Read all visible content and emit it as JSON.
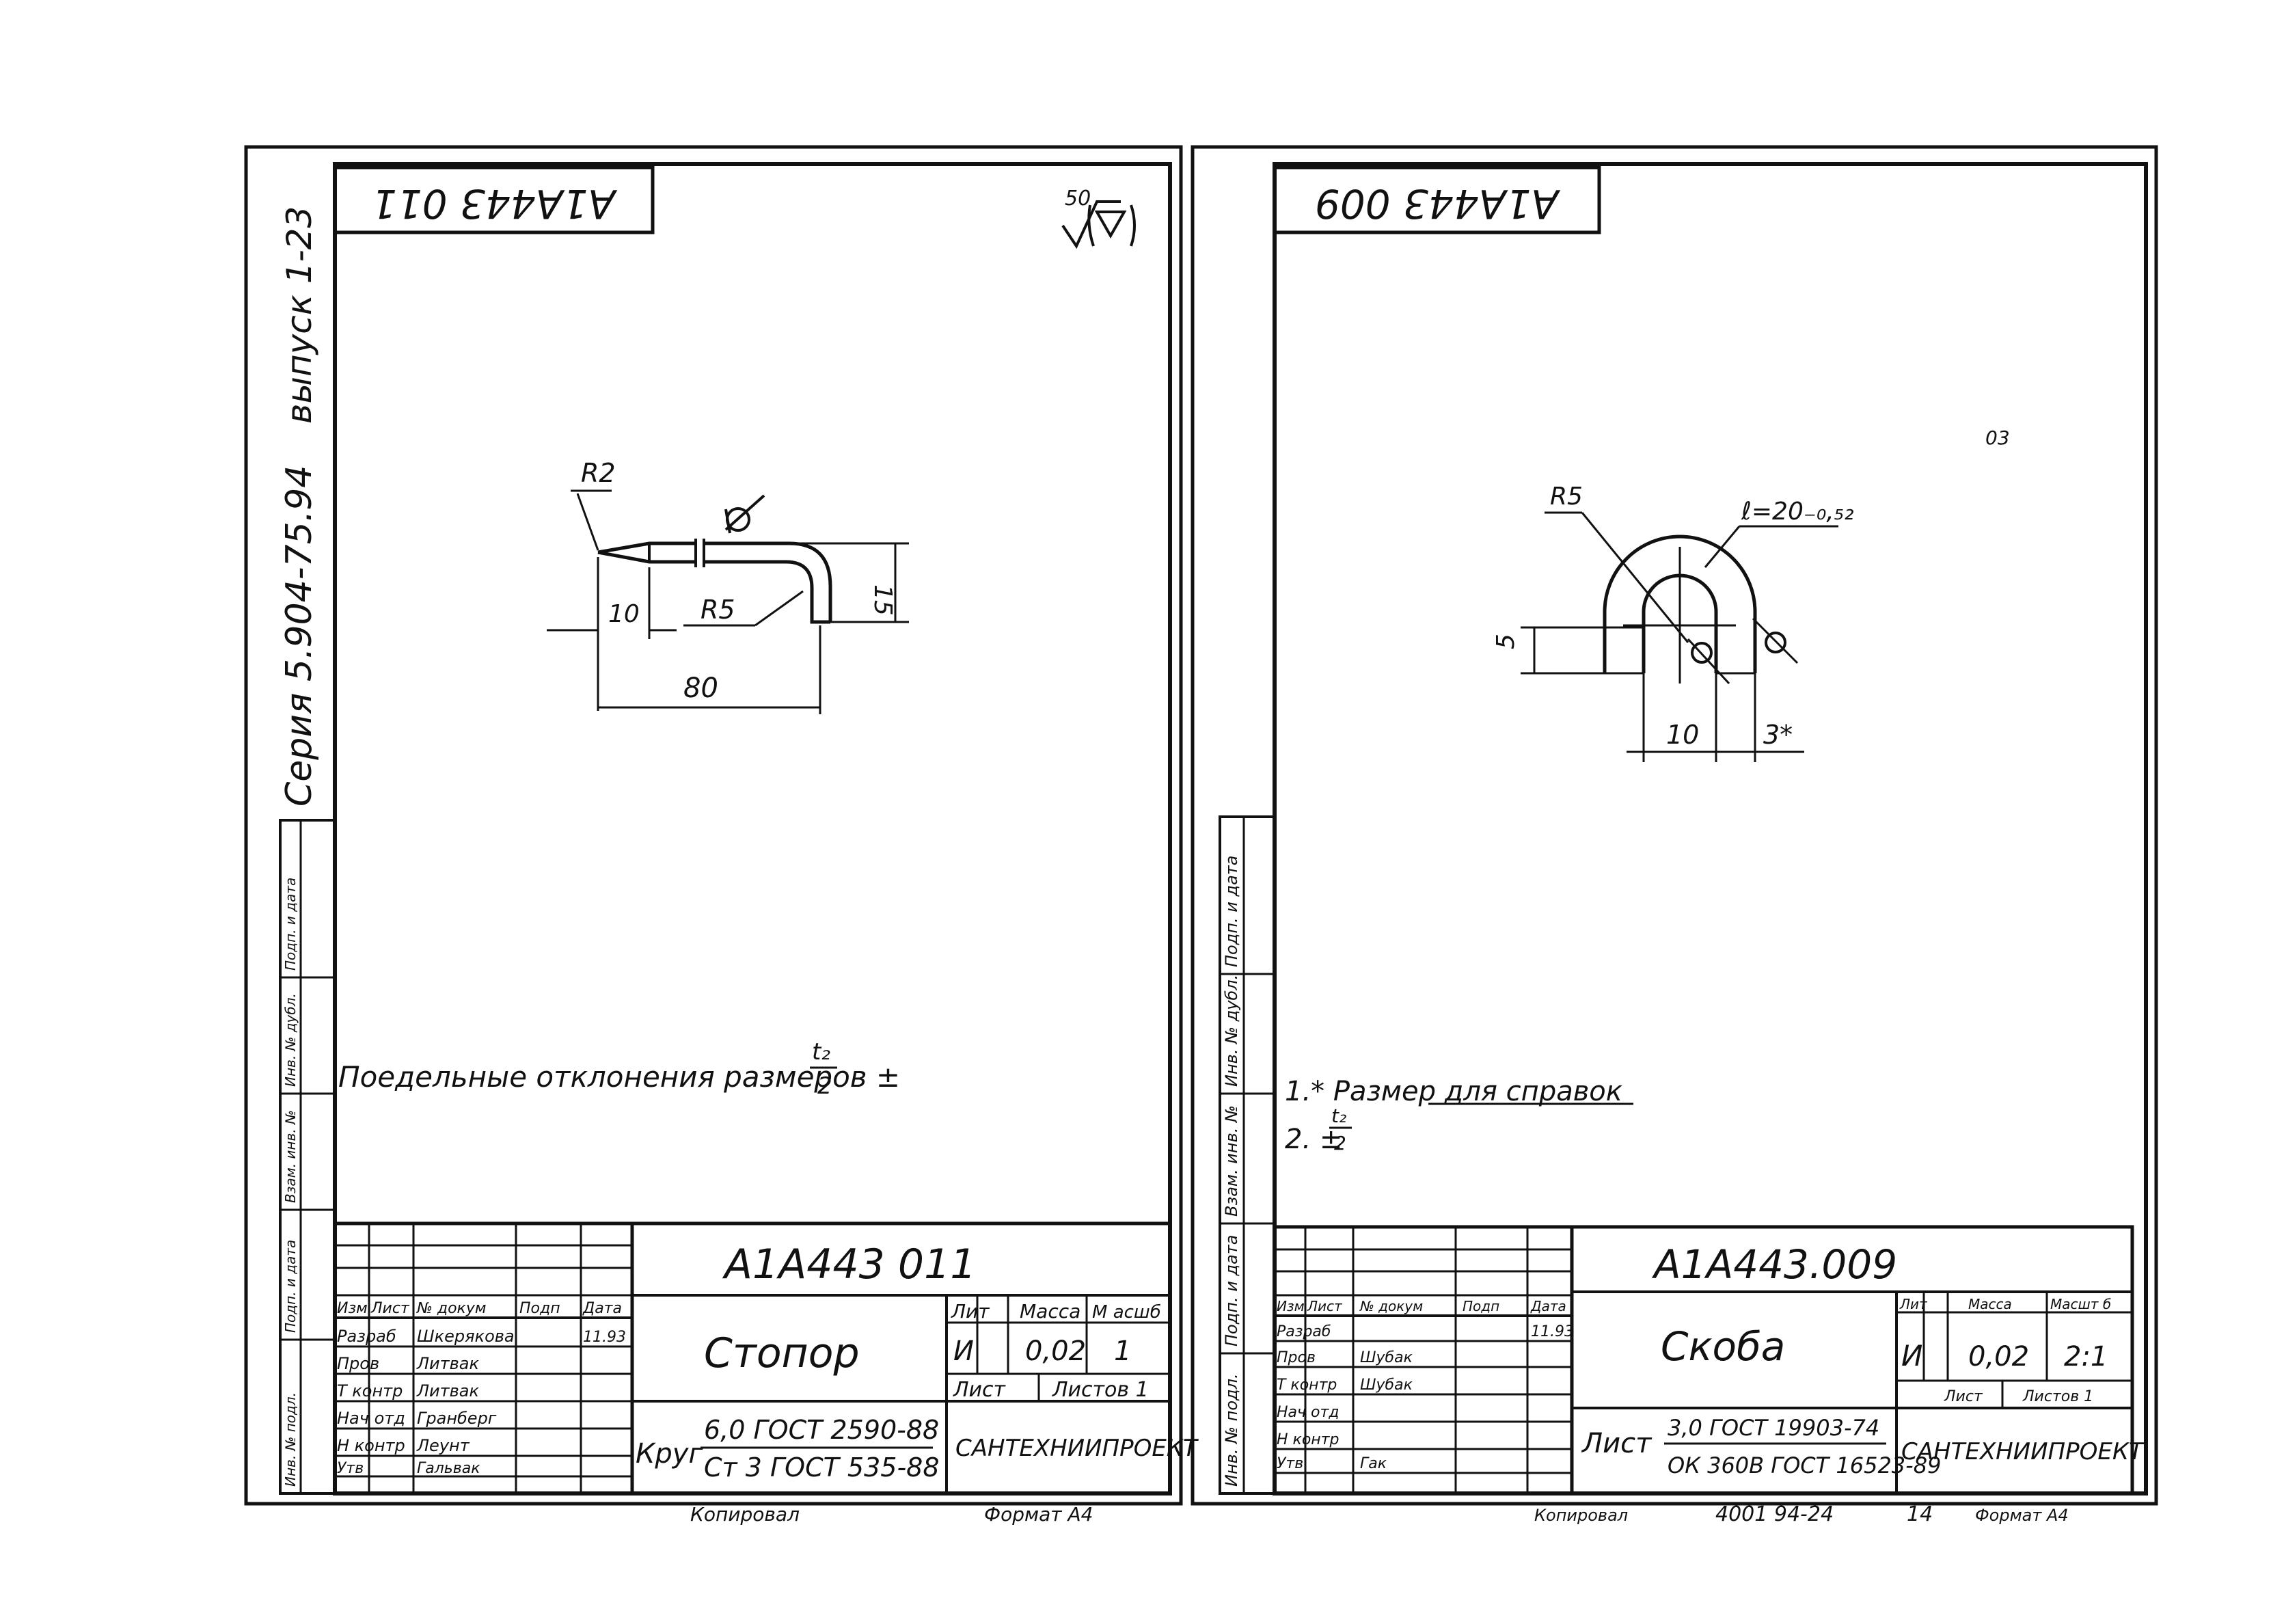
{
  "left_sheet": {
    "stamp_code": "A1A443 011",
    "roughness": "50",
    "dims": {
      "r2": "R2",
      "r5": "R5",
      "d10": "10",
      "d15": "15",
      "d80": "80"
    },
    "note": "Поедельные отклонения размеров ±",
    "note_fraction": {
      "num": "t₂",
      "den": "2"
    },
    "series_label": "Серия 5.904-75.94",
    "issue_label": "выпуск 1-23",
    "side_labels": [
      "Подп. и дата",
      "Инв. № дубл.",
      "Взам. инв. №",
      "Подп. и дата",
      "Инв. № подл."
    ],
    "title_block": {
      "code": "A1A443 011",
      "name": "Стопор",
      "material_prefix": "Круг",
      "material_top": "6,0 ГОСТ 2590-88",
      "material_bottom": "Ст 3 ГОСТ 535-88",
      "org": "САНТЕХНИИПРОЕКТ",
      "col_lit": "Лит",
      "col_mass": "Масса",
      "col_scale": "М асшб",
      "lit_value": "И",
      "mass_value": "0,02",
      "scale_value": "1",
      "sheet_label": "Лист",
      "sheets_label": "Листов 1",
      "header_row": [
        "Изм",
        "Лист",
        "№ докум",
        "Подп",
        "Дата"
      ],
      "rows": [
        [
          "Разраб",
          "Шкерякова",
          "",
          "11.93"
        ],
        [
          "Пров",
          "Литвак",
          "",
          ""
        ],
        [
          "Т контр",
          "Литвак",
          "",
          ""
        ],
        [
          "Нач отд",
          "Гранберг",
          "",
          ""
        ],
        [
          "Н контр",
          "Леунт",
          "",
          ""
        ],
        [
          "Утв",
          "Гальвак",
          "",
          ""
        ]
      ],
      "footer_copy": "Копировал",
      "footer_format": "Формат А4"
    }
  },
  "right_sheet": {
    "stamp_code": "A1A443 009",
    "corner_mark": "03",
    "dims": {
      "r5": "R5",
      "length": "ℓ=20₋₀,₅₂",
      "d5": "5",
      "d10": "10",
      "d3": "3*"
    },
    "note1": "1.* Размер для справок",
    "note2_prefix": "2. ±",
    "note2_fraction": {
      "num": "t₂",
      "den": "2"
    },
    "side_labels": [
      "Подп. и дата",
      "Инв. № дубл.",
      "Взам. инв. №",
      "Подп. и дата",
      "Инв. № подл."
    ],
    "title_block": {
      "code": "A1A443.009",
      "name": "Скоба",
      "material_prefix": "Лист",
      "material_top": "3,0 ГОСТ 19903-74",
      "material_bottom": "ОК 360В ГОСТ 16523-89",
      "org": "САНТЕХНИИПРОЕКТ",
      "col_lit": "Лит",
      "col_mass": "Масса",
      "col_scale": "Масшт б",
      "lit_value": "И",
      "mass_value": "0,02",
      "scale_value": "2:1",
      "sheet_label": "Лист",
      "sheets_label": "Листов 1",
      "header_row": [
        "Изм",
        "Лист",
        "№ докум",
        "Подп",
        "Дата"
      ],
      "rows": [
        [
          "Разраб",
          "",
          "",
          "11.93"
        ],
        [
          "Пров",
          "Шубак",
          "",
          ""
        ],
        [
          "Т контр",
          "Шубак",
          "",
          ""
        ],
        [
          "Нач отд",
          "",
          "",
          ""
        ],
        [
          "Н контр",
          "",
          "",
          ""
        ],
        [
          "Утв",
          "Гак",
          "",
          ""
        ]
      ],
      "footer_copy": "Копировал",
      "footer_number": "4001 94-24",
      "footer_page": "14",
      "footer_format": "Формат А4"
    }
  }
}
